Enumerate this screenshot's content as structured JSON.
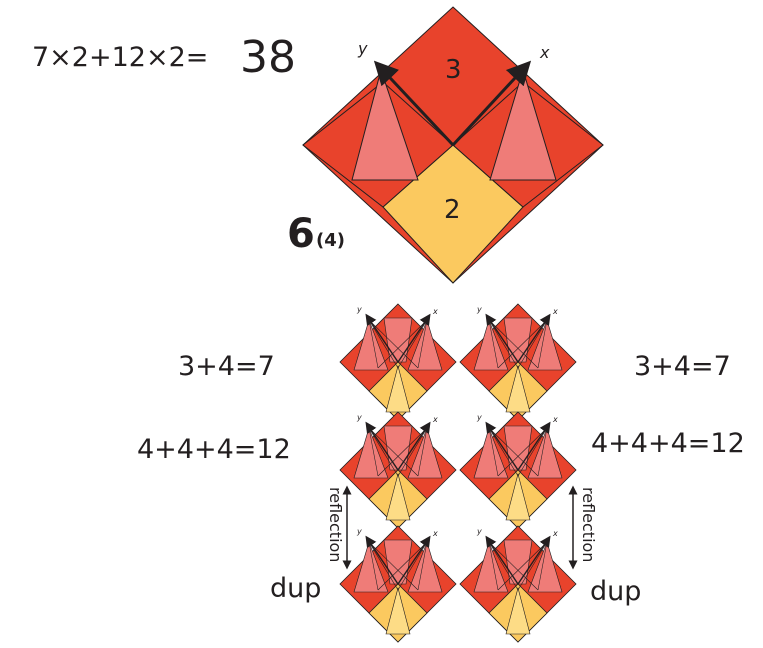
{
  "colors": {
    "red": "#e8432c",
    "pink": "#ef7c78",
    "yellow": "#fbc95f",
    "light_yellow": "#fddc86",
    "stroke": "#231f20"
  },
  "formula": {
    "text": "7×2+12×2=",
    "result": "38"
  },
  "main_tile": {
    "top_label": "3",
    "bottom_label": "2",
    "axis_x": "x",
    "axis_y": "y"
  },
  "group_label": {
    "main": "6",
    "sub": "(4)"
  },
  "rows": {
    "row1_left": "3+4=7",
    "row1_right": "3+4=7",
    "row2_left": "4+4+4=12",
    "row2_right": "4+4+4=12",
    "reflection_left": "reflection",
    "reflection_right": "reflection",
    "dup_left": "dup",
    "dup_right": "dup"
  },
  "small_axis": {
    "x": "x",
    "y": "y"
  },
  "icons": {
    "arrow": "double-arrow-icon"
  }
}
